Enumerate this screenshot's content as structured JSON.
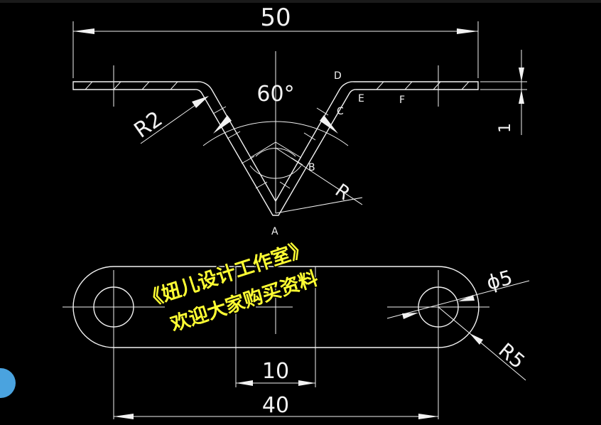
{
  "dimensions": {
    "overall_width": "50",
    "angle": "60°",
    "bend_radius": "R2",
    "thickness": "1",
    "hole_spacing_inner": "10",
    "hole_spacing": "40",
    "hole_diameter": "ϕ5",
    "end_radius": "R5",
    "inner_radius": "R"
  },
  "points": [
    "A",
    "B",
    "C",
    "D",
    "E",
    "F"
  ],
  "watermark": {
    "line1": "《妞儿设计工作室》",
    "line2": "欢迎大家购买资料"
  },
  "colors": {
    "background": "#000000",
    "linework": "#f2f2f2",
    "watermark": "#ffff33",
    "corner_dot": "#4aa3df"
  }
}
